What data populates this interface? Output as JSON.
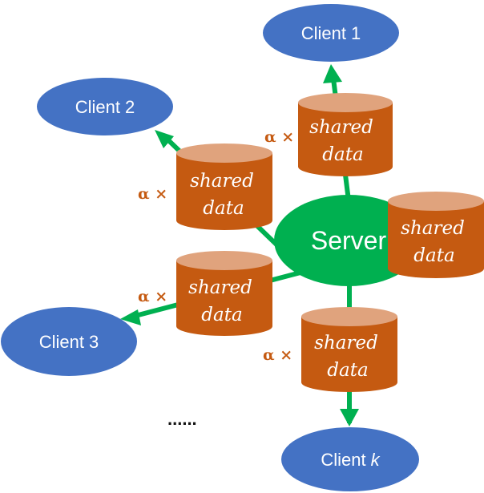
{
  "server": {
    "label": "Server"
  },
  "clients": {
    "c1": {
      "label": "Client 1"
    },
    "c2": {
      "label": "Client 2"
    },
    "c3": {
      "label": "Client 3"
    },
    "ck": {
      "prefix": "Client ",
      "index": "k"
    }
  },
  "shared_data": {
    "line1": "shared",
    "line2": "data"
  },
  "alpha_label": "α ×",
  "ellipsis": "......",
  "colors": {
    "client_fill": "#4472c4",
    "server_fill": "#00b050",
    "arrow": "#00b050",
    "cylinder_body": "#c55a11",
    "cylinder_top": "#e0a37d",
    "alpha_text": "#c55a11"
  }
}
